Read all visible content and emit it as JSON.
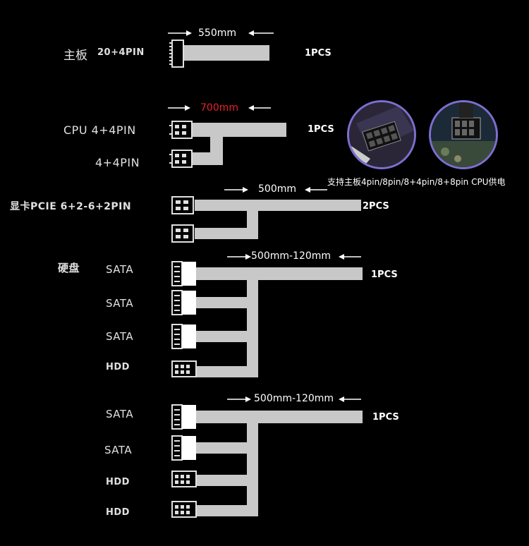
{
  "motherboard": {
    "category": "主板",
    "label": "20+4PIN",
    "length": "550mm",
    "qty": "1PCS"
  },
  "cpu": {
    "label1": "CPU 4+4PIN",
    "label2": "4+4PIN",
    "length": "700mm",
    "qty": "1PCS",
    "caption": "支持主板4pin/8pin/8+4pin/8+8pin CPU供电"
  },
  "gpu": {
    "category": "显卡",
    "label": "PCIE 6+2-6+2PIN",
    "length": "500mm",
    "qty": "2PCS"
  },
  "drive1": {
    "category": "硬盘",
    "labels": [
      "SATA",
      "SATA",
      "SATA",
      "HDD"
    ],
    "length": "500mm-120mm",
    "qty": "1PCS"
  },
  "drive2": {
    "labels": [
      "SATA",
      "SATA",
      "HDD",
      "HDD"
    ],
    "length": "500mm-120mm",
    "qty": "1PCS"
  },
  "colors": {
    "cable": "#c8c8c8",
    "highlight": "#e8202a",
    "ring": "#7c6fd0"
  },
  "icons": [
    "atx-24pin-connector-icon",
    "eps-8pin-connector-icon",
    "pcie-8pin-connector-icon",
    "sata-connector-icon",
    "molex-connector-icon",
    "arrow-right-icon",
    "arrow-left-icon"
  ]
}
